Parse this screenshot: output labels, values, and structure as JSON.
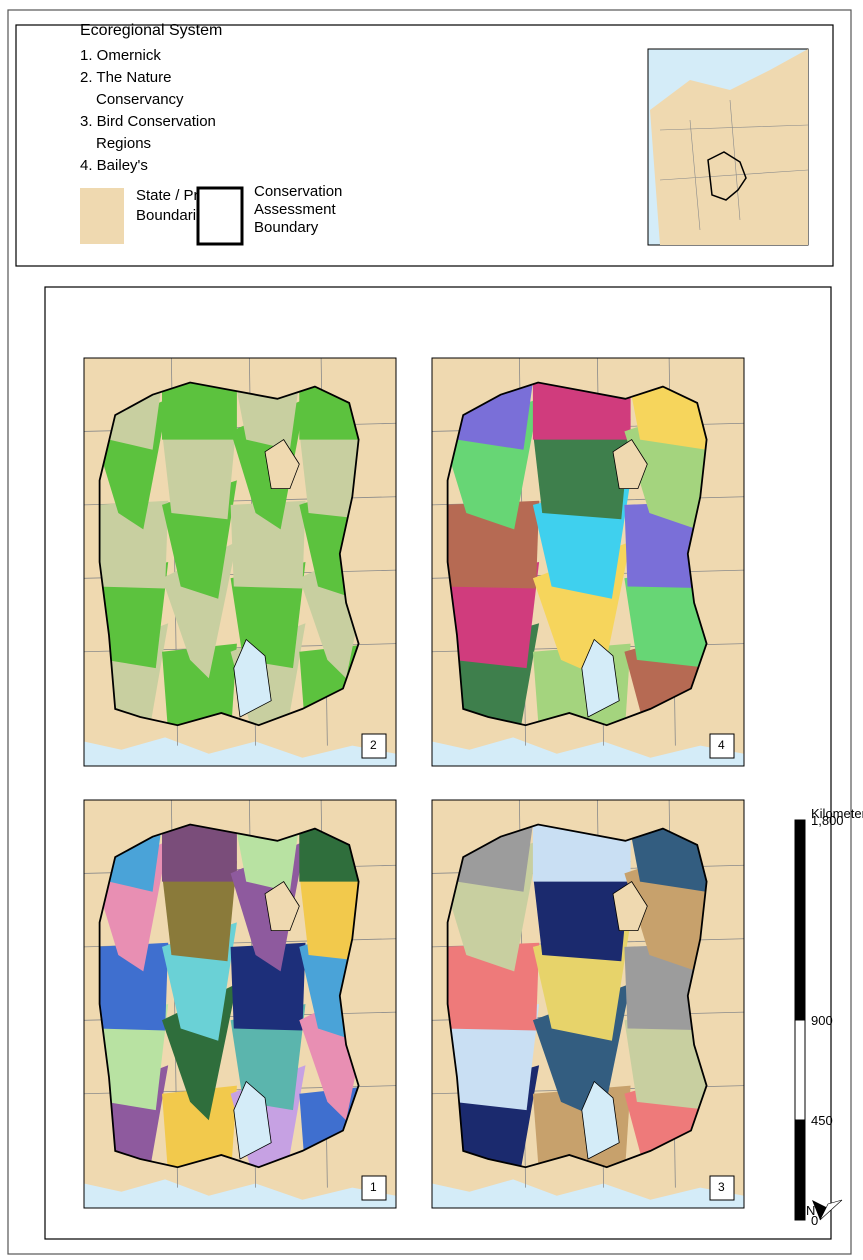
{
  "legend": {
    "title": "Ecoregional System",
    "items": [
      "1. Omernick",
      "2. The Nature",
      "Conservancy",
      "3. Bird Conservation",
      "Regions",
      "4. Bailey's"
    ],
    "state_label_1": "State / Province",
    "state_label_2": "Boundaries",
    "boundary_label_1": "Conservation",
    "boundary_label_2": "Assessment",
    "boundary_label_3": "Boundary"
  },
  "panels": [
    {
      "number": "1",
      "system": "Omernick"
    },
    {
      "number": "2",
      "system": "The Nature Conservancy"
    },
    {
      "number": "3",
      "system": "Bird Conservation Regions"
    },
    {
      "number": "4",
      "system": "Bailey's"
    }
  ],
  "scale_bar": {
    "ticks": [
      "0",
      "450",
      "900",
      "1,800"
    ],
    "unit": "Kilometers"
  },
  "north_arrow": {
    "label": "N"
  },
  "colors": {
    "land": "#efd9b0",
    "water": "#d4ecf8",
    "boundary": "#000000",
    "grid_line": "#8a8a8a"
  },
  "palettes": {
    "omernick": [
      "#8e5a9e",
      "#3f6fcf",
      "#4aa3d8",
      "#2f6e3c",
      "#8a7a3a",
      "#c6a1e3",
      "#1d2f7a",
      "#b8e2a2",
      "#e88fb3",
      "#f2c94c",
      "#6ad1d6",
      "#7a4d7a",
      "#5bb5ad"
    ],
    "tnc": [
      "#e063d3",
      "#1226a8",
      "#f7b92c",
      "#c8cfa0",
      "#7b6336",
      "#e56f6b",
      "#6f7b6a",
      "#0b0b0b",
      "#86b8d6",
      "#7a9a4e",
      "#5cc23e",
      "#e8301f",
      "#2d6b31",
      "#5a2f5a"
    ],
    "bcr": [
      "#335d80",
      "#c7a16c",
      "#9c9c9c",
      "#c8cfa0",
      "#ee7a7a",
      "#c9dff3",
      "#1b2a6e",
      "#e7d36a"
    ],
    "bailey": [
      "#d03c7d",
      "#3e7f4c",
      "#3fd0ee",
      "#f6d55c",
      "#a4d47e",
      "#7a6fd8",
      "#67d675",
      "#b66a53"
    ]
  }
}
